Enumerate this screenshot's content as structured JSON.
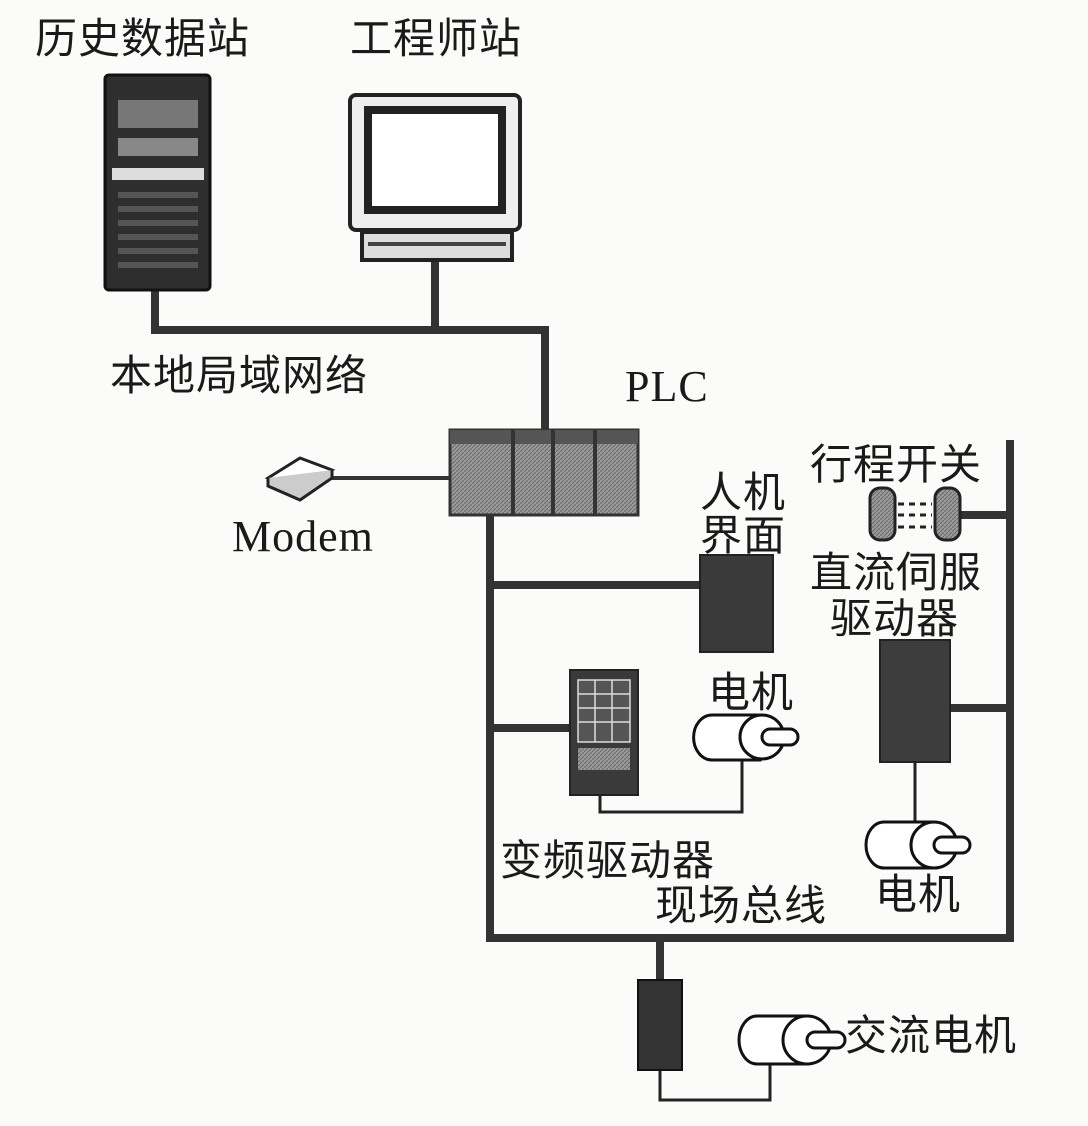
{
  "labels": {
    "history_station": "历史数据站",
    "engineer_station": "工程师站",
    "lan": "本地局域网络",
    "plc": "PLC",
    "modem": "Modem",
    "hmi_line1": "人机",
    "hmi_line2": "界面",
    "limit_switch": "行程开关",
    "dc_servo_line1": "直流伺服",
    "dc_servo_line2": "驱动器",
    "motor_vfd": "电机",
    "vfd": "变频驱动器",
    "fieldbus": "现场总线",
    "motor_dc": "电机",
    "ac_motor": "交流电机"
  },
  "colors": {
    "line": "#333333",
    "device_dark": "#3a3a3a",
    "device_gray": "#8a8a8a"
  }
}
